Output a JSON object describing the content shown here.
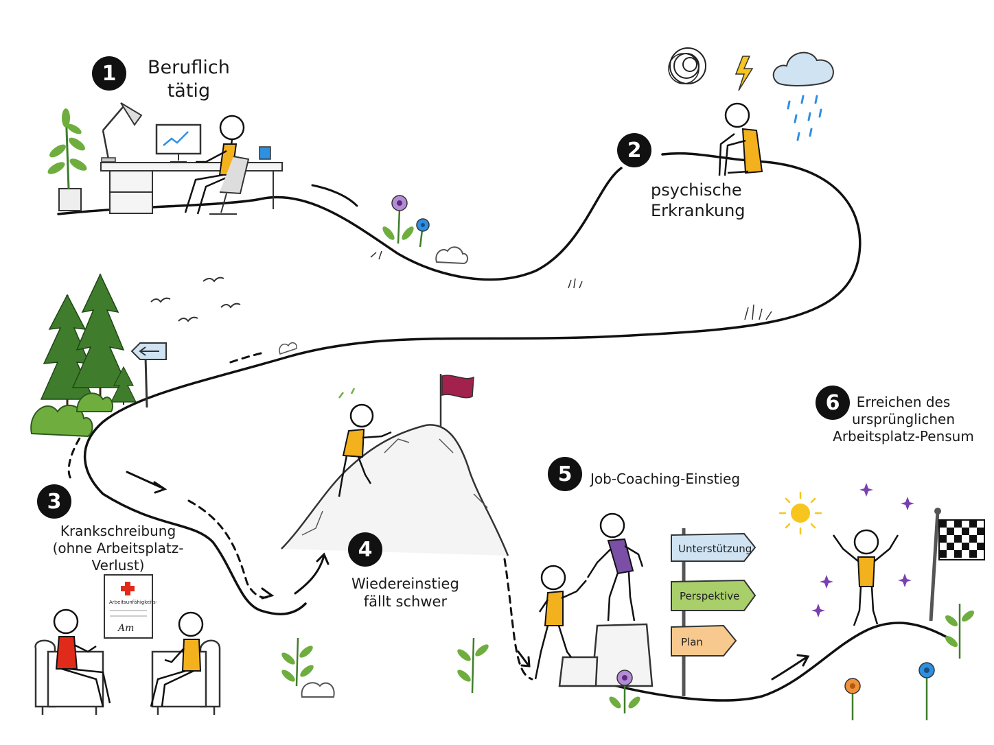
{
  "colors": {
    "ink": "#1a1a1a",
    "person_yellow": "#f2b11d",
    "person_red": "#e02a1a",
    "person_purple": "#7b4fa6",
    "flag": "#a3214d",
    "plant_green": "#6fae3e",
    "tree_green": "#3f7d2c",
    "sign_blue": "#cfe3f3",
    "sign_green": "#a9cf6b",
    "sign_orange": "#f7c98e",
    "rain_blue": "#2f8fe0",
    "sun": "#f7c51d",
    "sparkle": "#7a3fb0"
  },
  "steps": [
    {
      "number": "1",
      "label_lines": [
        "Beruflich",
        "tätig"
      ]
    },
    {
      "number": "2",
      "label_lines": [
        "psychische",
        "Erkrankung"
      ]
    },
    {
      "number": "3",
      "label_lines": [
        "Krankschreibung",
        "(ohne Arbeitsplatz-Verlust)"
      ]
    },
    {
      "number": "4",
      "label_lines": [
        "Wiedereinstieg",
        "fällt  schwer"
      ]
    },
    {
      "number": "5",
      "label_lines": [
        "Job-Coaching-Einstieg"
      ]
    },
    {
      "number": "6",
      "label_lines": [
        "Erreichen des",
        "ursprünglichen",
        "Arbeitsplatz-Pensum"
      ]
    }
  ],
  "signpost": {
    "top": "Unterstützung",
    "middle": "Perspektive",
    "bottom": "Plan"
  },
  "document": {
    "title": "Arbeitsunfähigkeits-",
    "signature": "Am"
  },
  "icons": [
    "desk-lamp-icon",
    "computer-monitor-icon",
    "coffee-mug-icon",
    "office-chair-icon",
    "potted-plant-icon",
    "storm-cloud-icon",
    "lightning-icon",
    "rain-cloud-icon",
    "flower-icon",
    "bush-icon",
    "pine-tree-icon",
    "direction-sign-icon",
    "bird-icon",
    "armchair-icon",
    "sick-note-icon",
    "red-cross-icon",
    "rocky-mountain-icon",
    "summit-flag-icon",
    "sun-icon",
    "sparkle-icon",
    "checkered-flag-icon",
    "signpost-icon"
  ]
}
